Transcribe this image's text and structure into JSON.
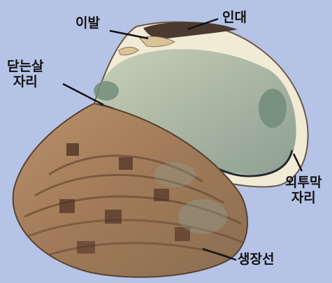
{
  "diagram": {
    "labels": {
      "hinge_tooth": "이발",
      "ligament": "인대",
      "adductor_scar": [
        "닫는살",
        "자리"
      ],
      "pallial_line": [
        "외투막",
        "자리"
      ],
      "growth_lines": "생장선"
    }
  }
}
